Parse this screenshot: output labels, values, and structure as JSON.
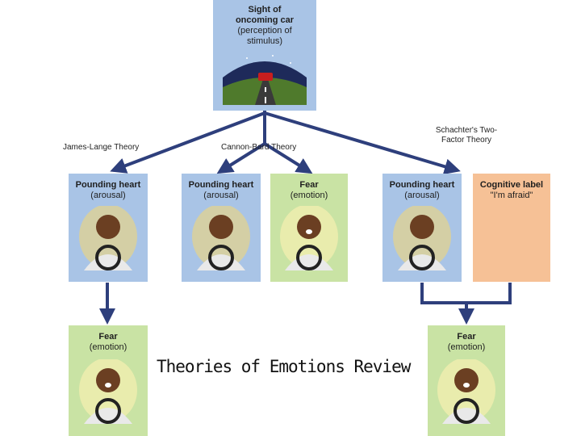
{
  "top": {
    "title": "Sight of oncoming car",
    "subtitle": "(perception of stimulus)"
  },
  "theories": {
    "james_lange": "James-Lange Theory",
    "cannon_bard": "Cannon-Bard Theory",
    "schachter": "Schachter's Two-Factor Theory"
  },
  "row2": [
    {
      "title": "Pounding heart",
      "subtitle": "(arousal)"
    },
    {
      "title": "Pounding heart",
      "subtitle": "(arousal)"
    },
    {
      "title": "Fear",
      "subtitle": "(emotion)"
    },
    {
      "title": "Pounding heart",
      "subtitle": "(arousal)"
    },
    {
      "title": "Cognitive label",
      "subtitle": "\"I'm afraid\""
    }
  ],
  "row3": [
    {
      "title": "Fear",
      "subtitle": "(emotion)"
    },
    {
      "title": "Fear",
      "subtitle": "(emotion)"
    }
  ],
  "caption": "Theories of Emotions Review",
  "colors": {
    "arousal_box": "#a9c4e6",
    "emotion_box": "#c9e3a4",
    "cognitive_box": "#f6c196",
    "arrow": "#2e3f7c"
  }
}
